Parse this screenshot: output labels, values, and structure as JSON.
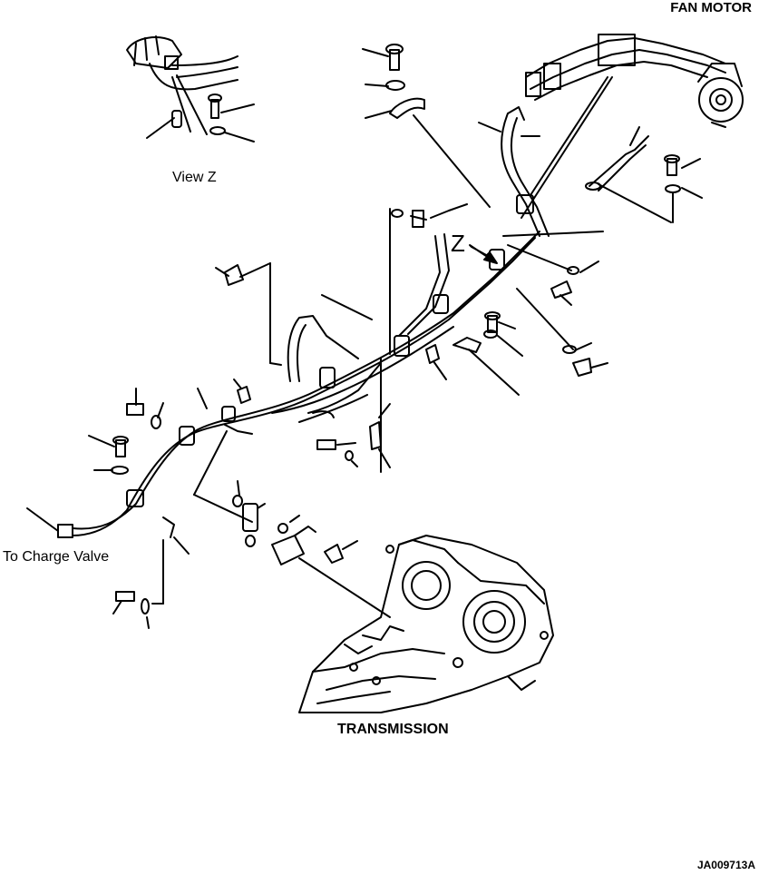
{
  "labels": {
    "fan_motor": "FAN MOTOR",
    "view_z": "View Z",
    "z_marker": "Z",
    "to_charge_valve": "To Charge Valve",
    "transmission": "TRANSMISSION",
    "drawing_code": "JA009713A"
  }
}
